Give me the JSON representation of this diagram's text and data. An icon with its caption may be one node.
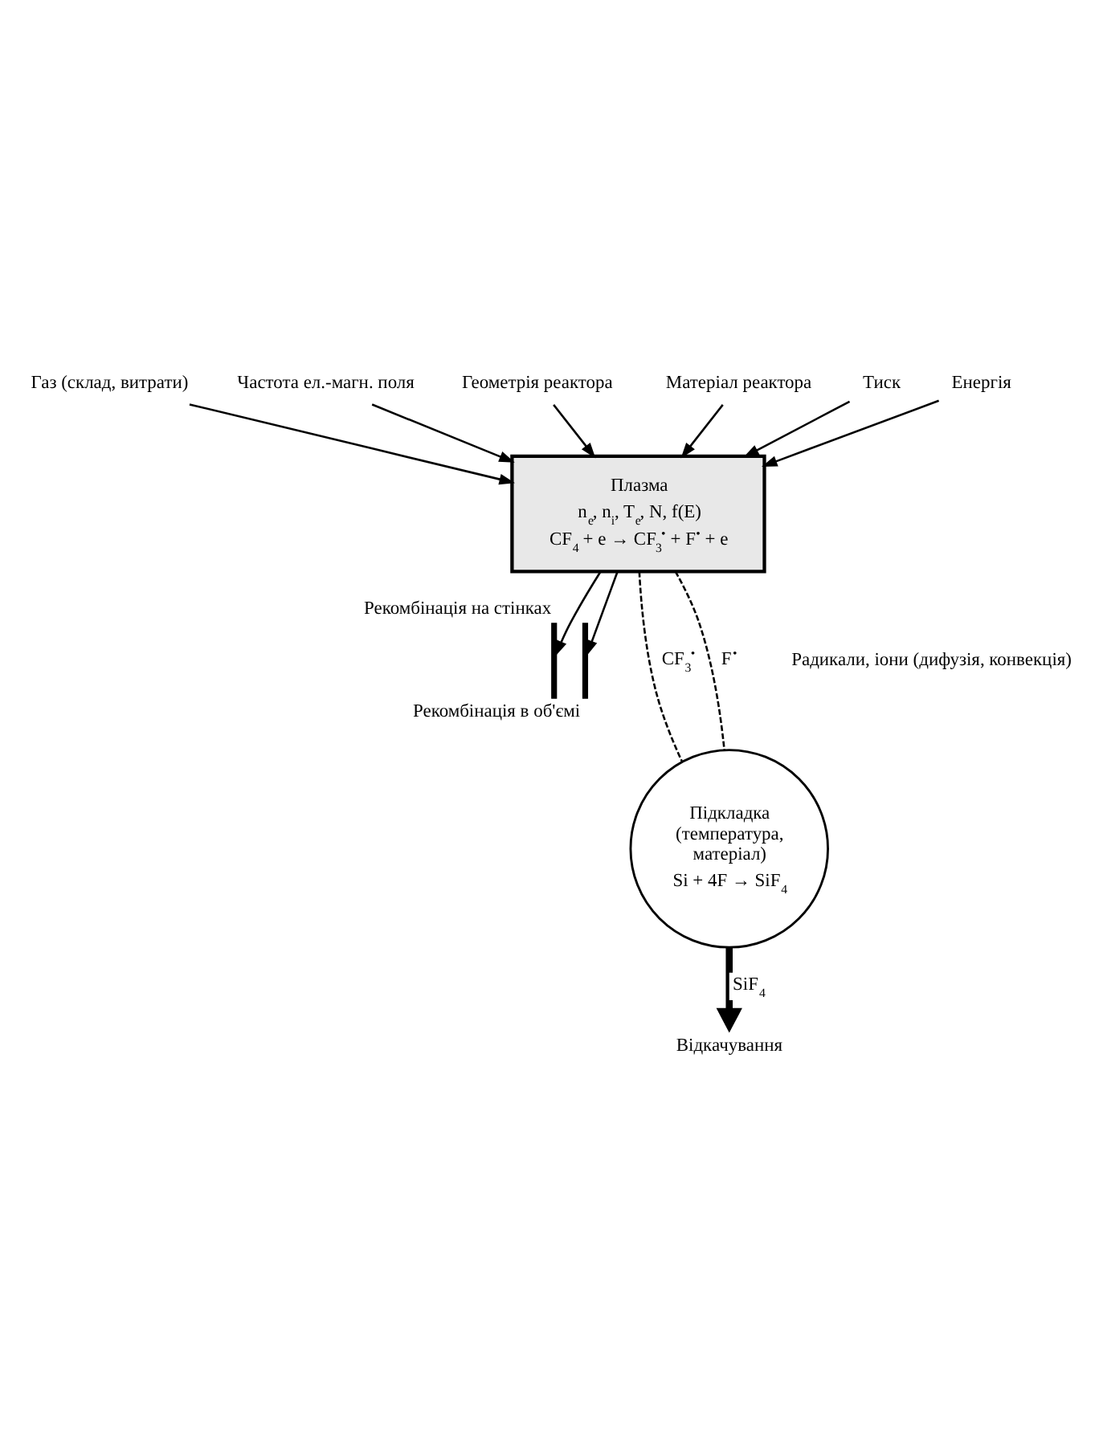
{
  "diagram": {
    "nodes": [
      {
        "text": [
          "Газ (склад, витрати)"
        ]
      },
      {
        "text": [
          "Частота ел.-магн. поля"
        ]
      },
      {
        "text": [
          "Геометрія реактора"
        ]
      },
      {
        "text": [
          "Матеріал реактора"
        ]
      },
      {
        "text": [
          "Тиск"
        ]
      },
      {
        "text": [
          "Енергія"
        ]
      },
      {
        "text": [
          "Плазма",
          "n$_{e}$, n$_{i}$, T$_{e}$, N, f(E)",
          "CF$_{4}$ + e → CF$_{3}$$^{•}$ + F$^{•}$ + e"
        ]
      },
      {
        "text": [],
        "shape": "bar",
        "beside": [
          "Рекомбінація на стінках"
        ]
      },
      {
        "text": [],
        "shape": "bar",
        "beside": [
          "Рекомбінація в об'ємі"
        ]
      },
      {
        "text": [
          "Підкладка (температура, матеріал)",
          "Si + 4F → SiF$_{4}$"
        ]
      },
      {
        "text": [
          "Відкачування"
        ]
      }
    ],
    "edges": [
      {
        "from": 0,
        "to": 6,
        "arrow": "to"
      },
      {
        "from": 1,
        "to": 6,
        "arrow": "to"
      },
      {
        "from": 2,
        "to": 6,
        "arrow": "to"
      },
      {
        "from": 3,
        "to": 6,
        "arrow": "to"
      },
      {
        "from": 4,
        "to": 6,
        "arrow": "to"
      },
      {
        "from": 5,
        "to": 6,
        "arrow": "to"
      },
      {
        "from": 6,
        "to": 7,
        "arrow": "to"
      },
      {
        "from": 6,
        "to": 8,
        "arrow": "to"
      },
      {
        "from": 6,
        "to": 9,
        "arrow": "none",
        "style": "dashed",
        "label": "CF$_{3}$$^{•}$"
      },
      {
        "from": 6,
        "to": 9,
        "arrow": "none",
        "style": "dashed",
        "label": "F$^{•}$"
      },
      {
        "from": 9,
        "to": 10,
        "arrow": "to",
        "style": "thick",
        "label": "SiF$_{4}$"
      }
    ],
    "labels": [
      "Радикали, іони (дифузія, конвекція)"
    ]
  }
}
